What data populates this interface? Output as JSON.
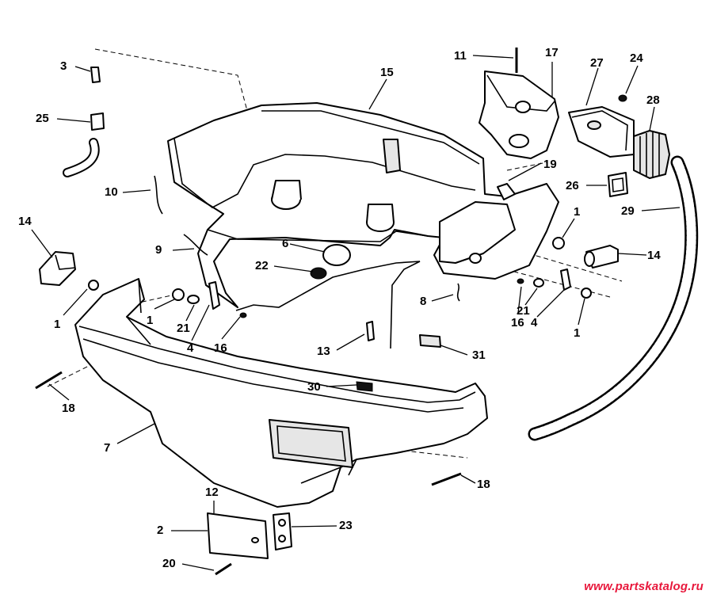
{
  "watermark": "www.partskatalog.ru",
  "callouts": [
    {
      "id": "c3",
      "text": "3"
    },
    {
      "id": "c25",
      "text": "25"
    },
    {
      "id": "c10",
      "text": "10"
    },
    {
      "id": "c14a",
      "text": "14"
    },
    {
      "id": "c9",
      "text": "9"
    },
    {
      "id": "c1a",
      "text": "1"
    },
    {
      "id": "c1b",
      "text": "1"
    },
    {
      "id": "c21a",
      "text": "21"
    },
    {
      "id": "c4a",
      "text": "4"
    },
    {
      "id": "c16a",
      "text": "16"
    },
    {
      "id": "c18a",
      "text": "18"
    },
    {
      "id": "c7",
      "text": "7"
    },
    {
      "id": "c12",
      "text": "12"
    },
    {
      "id": "c2",
      "text": "2"
    },
    {
      "id": "c20",
      "text": "20"
    },
    {
      "id": "c23",
      "text": "23"
    },
    {
      "id": "c18b",
      "text": "18"
    },
    {
      "id": "c30",
      "text": "30"
    },
    {
      "id": "c13",
      "text": "13"
    },
    {
      "id": "c31",
      "text": "31"
    },
    {
      "id": "c6",
      "text": "6"
    },
    {
      "id": "c22",
      "text": "22"
    },
    {
      "id": "c8",
      "text": "8"
    },
    {
      "id": "c16b",
      "text": "16"
    },
    {
      "id": "c21b",
      "text": "21"
    },
    {
      "id": "c4b",
      "text": "4"
    },
    {
      "id": "c1c",
      "text": "1"
    },
    {
      "id": "c1d",
      "text": "1"
    },
    {
      "id": "c14b",
      "text": "14"
    },
    {
      "id": "c15",
      "text": "15"
    },
    {
      "id": "c11",
      "text": "11"
    },
    {
      "id": "c17",
      "text": "17"
    },
    {
      "id": "c27",
      "text": "27"
    },
    {
      "id": "c24",
      "text": "24"
    },
    {
      "id": "c28",
      "text": "28"
    },
    {
      "id": "c19",
      "text": "19"
    },
    {
      "id": "c26",
      "text": "26"
    },
    {
      "id": "c29",
      "text": "29"
    }
  ]
}
